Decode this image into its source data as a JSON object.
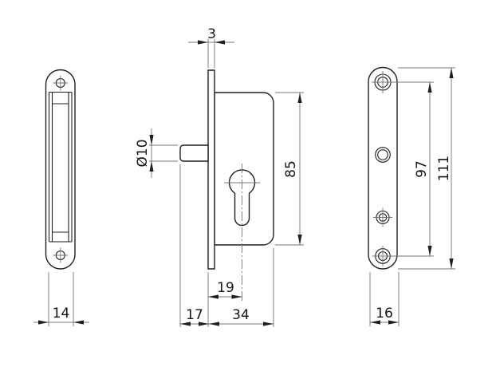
{
  "colors": {
    "outline": "#1f1f1f",
    "dimension_line": "#757575",
    "text": "#141414",
    "background": "#ffffff"
  },
  "views": {
    "left_plate": {
      "dims": {
        "plate_width": "14"
      }
    },
    "lock_body": {
      "dims": {
        "faceplate_thickness": "3",
        "pin_diameter": "Ø10",
        "body_height": "85",
        "cylinder_backset": "19",
        "pin_length": "17",
        "body_depth": "34"
      }
    },
    "cover_plate": {
      "dims": {
        "hole_spacing": "97",
        "plate_height": "111",
        "plate_width": "16"
      }
    }
  }
}
